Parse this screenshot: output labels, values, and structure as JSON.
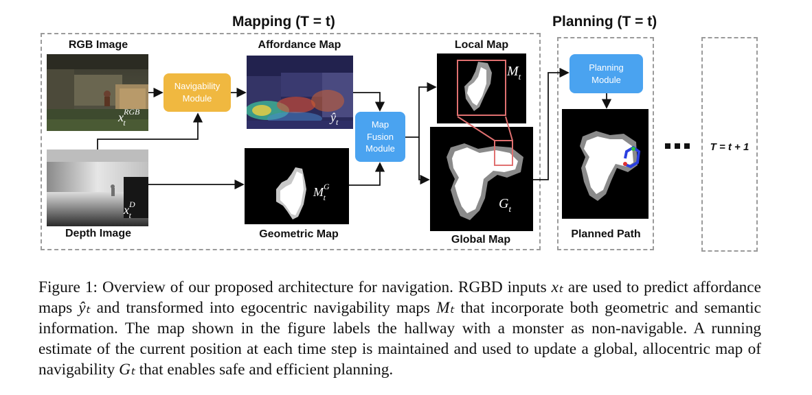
{
  "headers": {
    "mapping": "Mapping (T = t)",
    "planning": "Planning (T = t)"
  },
  "labels": {
    "rgb_image": "RGB Image",
    "affordance_map": "Affordance Map",
    "local_map": "Local Map",
    "depth_image": "Depth Image",
    "geometric_map": "Geometric Map",
    "global_map": "Global Map",
    "planned_path": "Planned Path"
  },
  "modules": {
    "navigability": [
      "Navigability",
      "Module"
    ],
    "map_fusion": [
      "Map",
      "Fusion",
      "Module"
    ],
    "planning": [
      "Planning",
      "Module"
    ]
  },
  "symbols": {
    "x_rgb": "x",
    "x_rgb_sup": "RGB",
    "x_rgb_sub": "t",
    "y_hat": "ŷ",
    "y_hat_sub": "t",
    "m_local": "M",
    "m_local_sub": "t",
    "x_depth": "x",
    "x_depth_sup": "D",
    "x_depth_sub": "t",
    "m_geo": "M",
    "m_geo_sup": "G",
    "m_geo_sub": "t",
    "g_global": "G",
    "g_global_sub": "t"
  },
  "next_step": "T = t + 1",
  "caption": {
    "p1": "Figure 1: Overview of our proposed architecture for navigation. RGBD inputs ",
    "m1": "xₜ",
    "p2": " are used to predict affordance maps ",
    "m2": "ŷₜ",
    "p3": " and transformed into egocentric navigability maps ",
    "m3": "Mₜ",
    "p4": " that incorporate both geometric and semantic information. The map shown in the figure labels the hallway with a monster as non-navigable.  A running estimate of the current position at each time step is maintained and used to update a global, allocentric map of navigability ",
    "m4": "Gₜ",
    "p5": " that enables safe and efficient planning."
  },
  "colors": {
    "navigability_module": "#f0b840",
    "blue_module": "#4aa3f0",
    "dashed_border": "#9a9a9a",
    "zoom_box": "#e07070",
    "path_blue": "#2a3fe0"
  }
}
